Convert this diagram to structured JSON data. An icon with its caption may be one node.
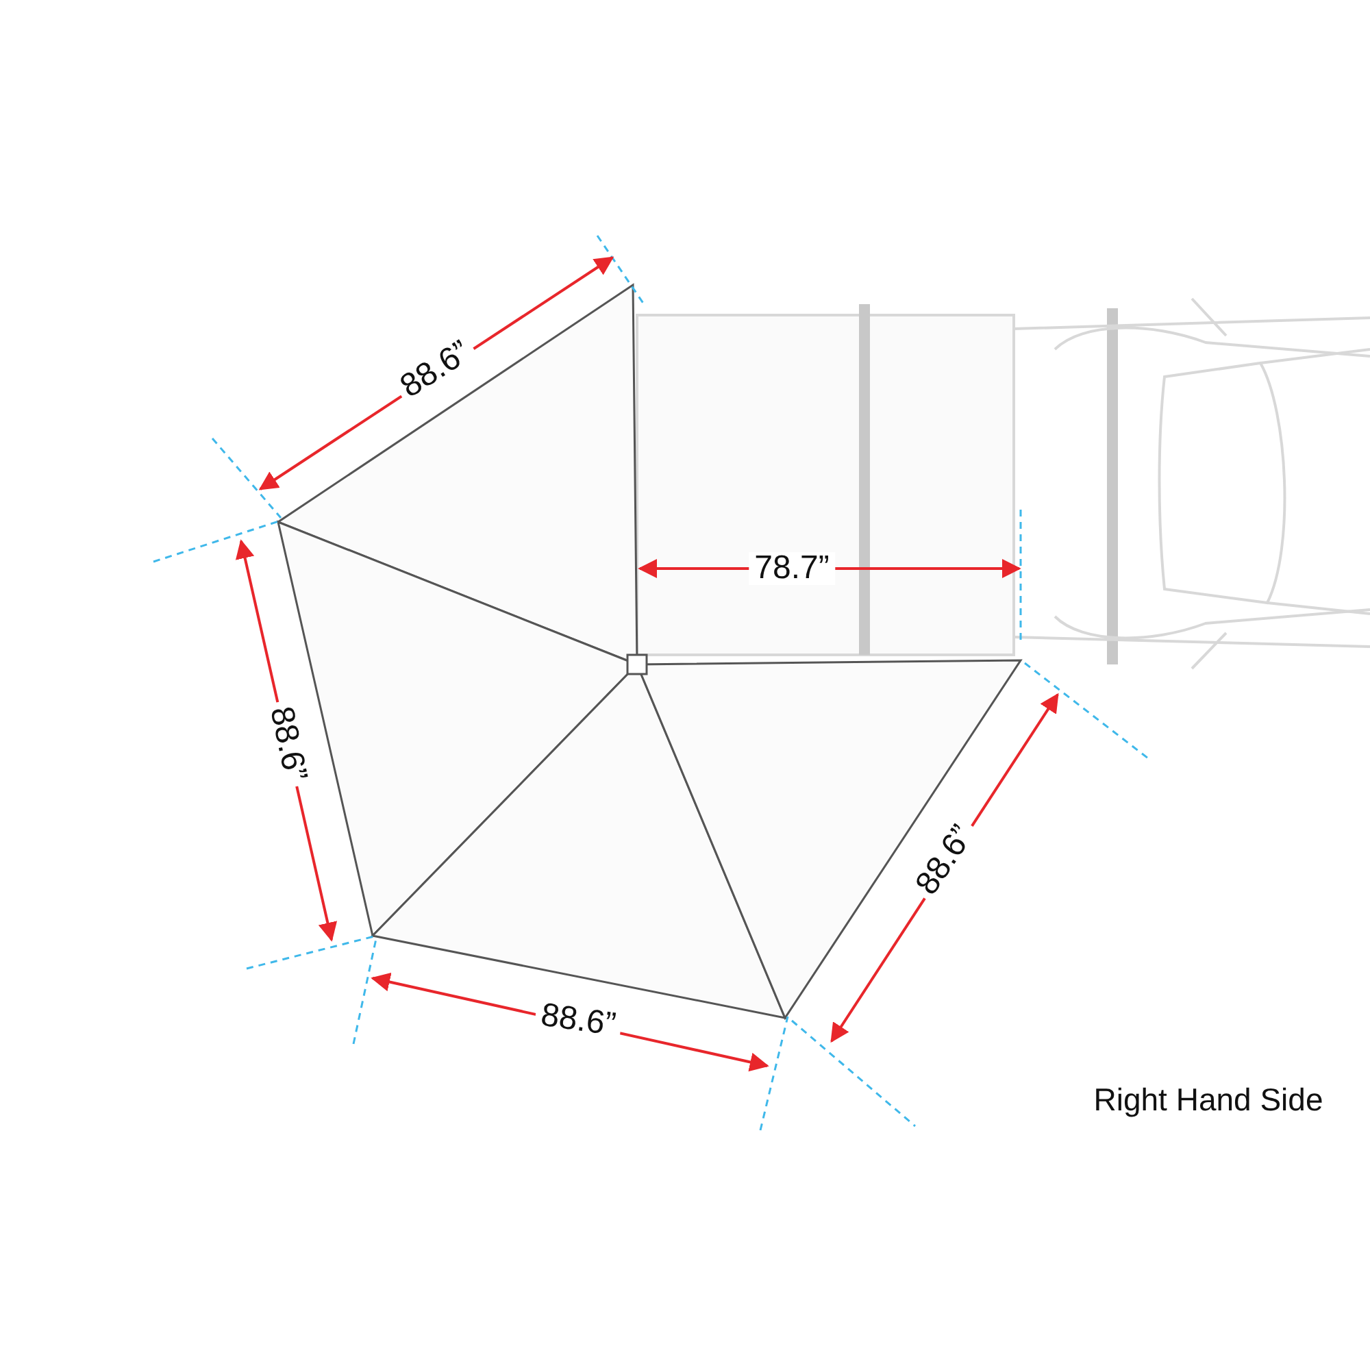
{
  "diagram": {
    "labels": [
      "88.6”",
      "78.7”",
      "88.6”",
      "88.6”",
      "88.6”",
      "Right Hand Side"
    ]
  }
}
